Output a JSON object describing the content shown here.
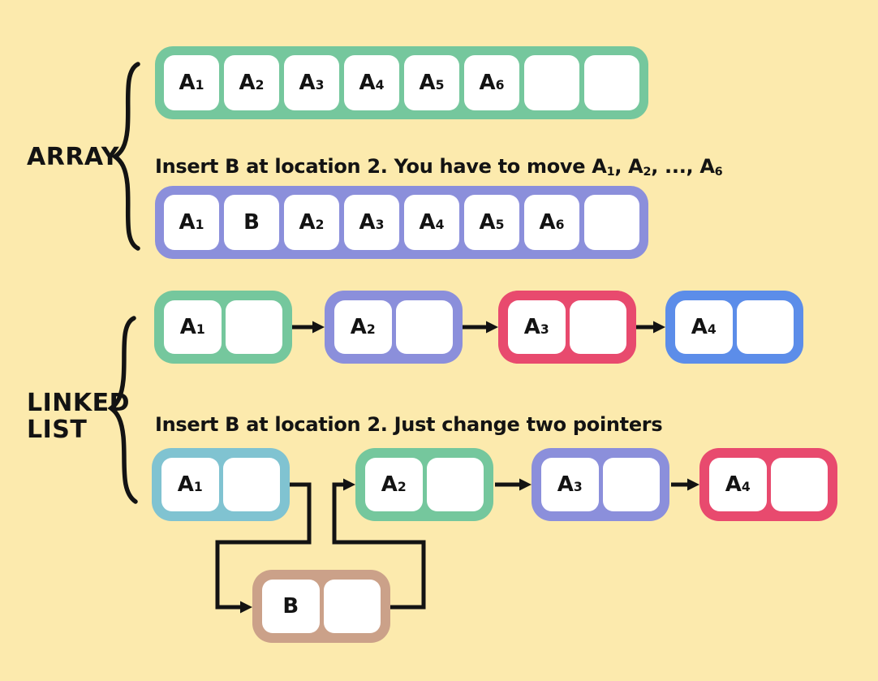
{
  "canvas": {
    "background": "#FCEAAD",
    "ink": "#131313"
  },
  "array_section": {
    "label": "ARRAY",
    "before": {
      "border_color": "#75C79D",
      "cells": [
        "A₁",
        "A₂",
        "A₃",
        "A₄",
        "A₅",
        "A₆",
        "",
        ""
      ]
    },
    "caption": "Insert B at location 2. You have to move A₁, A₂, ..., A₆",
    "after": {
      "border_color": "#8B8FDB",
      "cells": [
        "A₁",
        "B",
        "A₂",
        "A₃",
        "A₄",
        "A₅",
        "A₆",
        ""
      ]
    }
  },
  "linked_list_section": {
    "label": "LINKED LIST",
    "before": {
      "nodes": [
        {
          "label": "A₁",
          "color": "#75C79D"
        },
        {
          "label": "A₂",
          "color": "#8B8FDB"
        },
        {
          "label": "A₃",
          "color": "#E84A6E"
        },
        {
          "label": "A₄",
          "color": "#5C8DE9"
        }
      ]
    },
    "caption": "Insert B at location 2. Just change two pointers",
    "after": {
      "nodes": [
        {
          "label": "A₁",
          "color": "#80C3D1"
        },
        {
          "label": "A₂",
          "color": "#75C79D"
        },
        {
          "label": "A₃",
          "color": "#8B8FDB"
        },
        {
          "label": "A₄",
          "color": "#E84A6E"
        }
      ],
      "inserted_node": {
        "label": "B",
        "color": "#CBA189"
      }
    }
  }
}
